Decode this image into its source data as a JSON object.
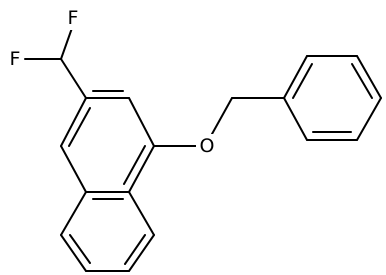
{
  "molecule": {
    "atoms": {
      "fluorine_top": "F",
      "fluorine_left": "F",
      "oxygen": "O"
    },
    "colors": {
      "bond": "#000000",
      "label": "#000000",
      "background": "#ffffff"
    }
  }
}
